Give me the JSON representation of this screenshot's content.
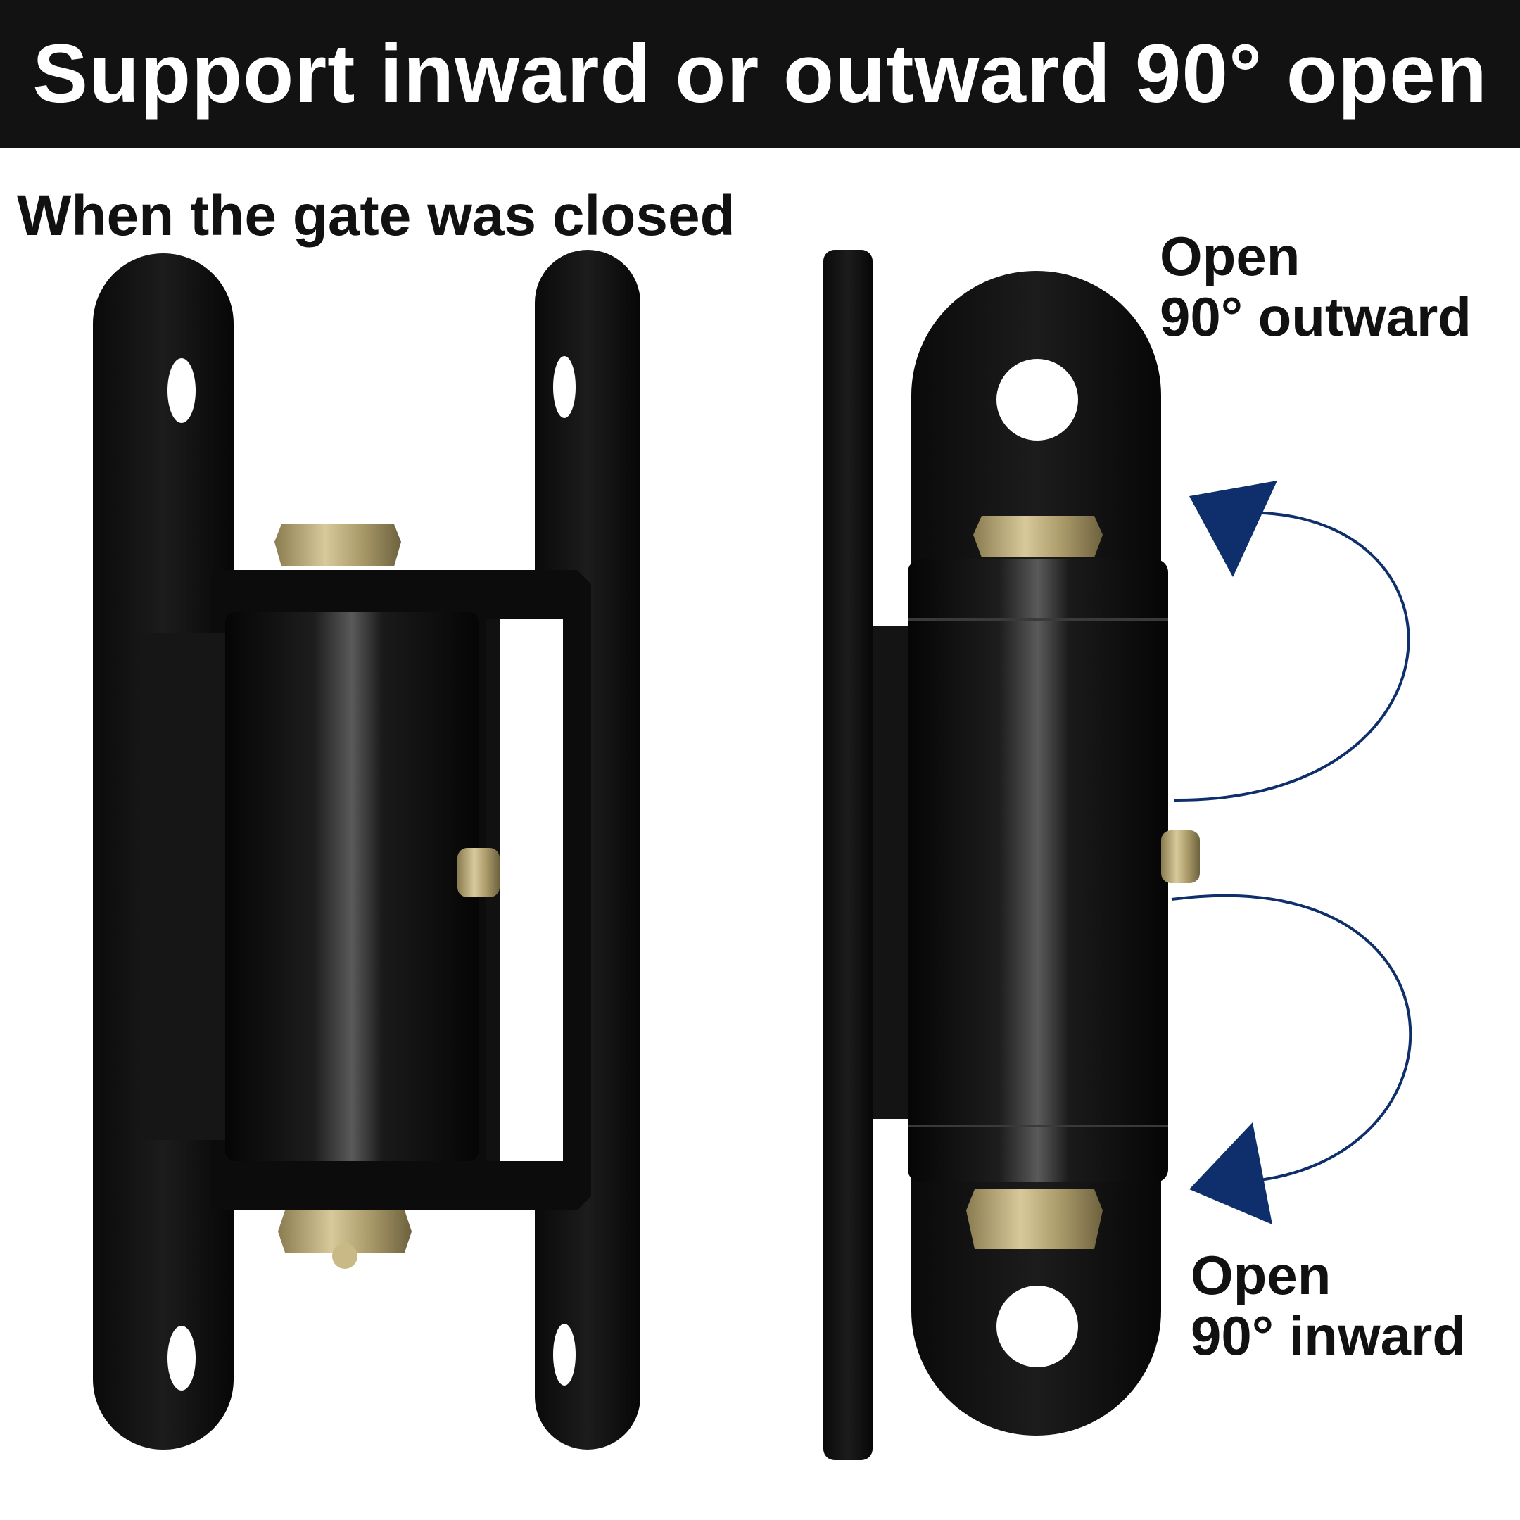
{
  "banner": {
    "title": "Support inward or outward 90° open"
  },
  "closed_label": "When the gate was closed",
  "outward_label": {
    "line1": "Open",
    "line2": "90° outward"
  },
  "inward_label": {
    "line1": "Open",
    "line2": "90° inward"
  },
  "colors": {
    "banner_bg": "#121212",
    "banner_text": "#ffffff",
    "hinge_black": "#0b0b0b",
    "hinge_highlight": "#4a4a4a",
    "bolt_gold": "#b9a672",
    "arrow_navy": "#0e2f6b"
  }
}
